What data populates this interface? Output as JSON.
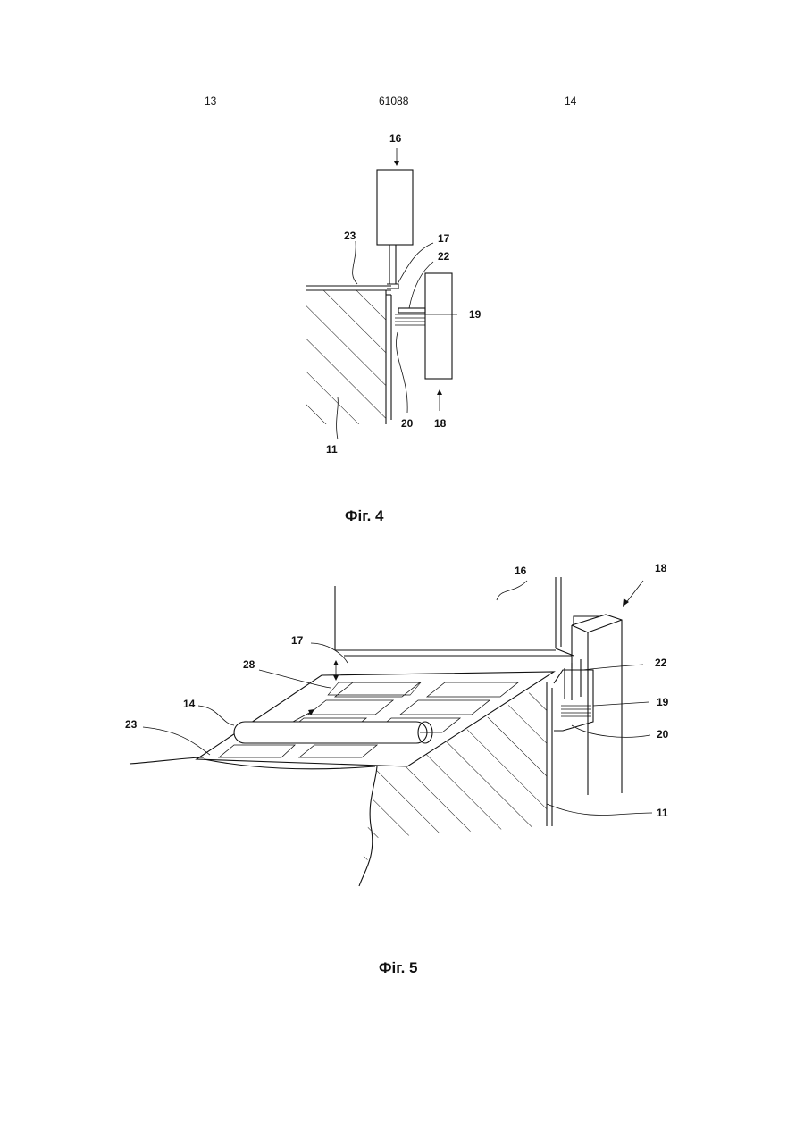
{
  "header": {
    "left_page": "13",
    "patent_number": "61088",
    "right_page": "14"
  },
  "fig4": {
    "caption": "Фіг. 4",
    "labels": {
      "l16": "16",
      "l23": "23",
      "l17": "17",
      "l22": "22",
      "l19": "19",
      "l20": "20",
      "l18": "18",
      "l11": "11"
    }
  },
  "fig5": {
    "caption": "Фіг. 5",
    "labels": {
      "l16": "16",
      "l18": "18",
      "l17": "17",
      "l28": "28",
      "l22": "22",
      "l14": "14",
      "l19": "19",
      "l23": "23",
      "l20": "20",
      "l11": "11"
    }
  }
}
